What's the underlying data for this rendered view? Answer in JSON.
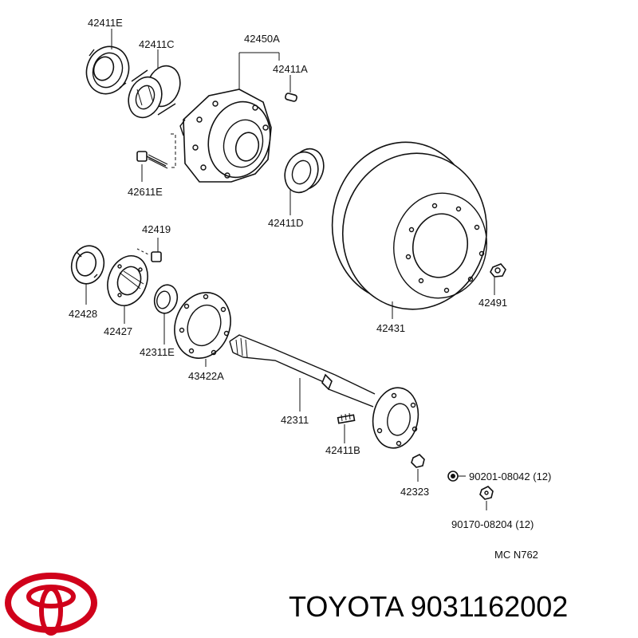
{
  "diagram": {
    "labels": {
      "p42411E": "42411E",
      "p42411C": "42411C",
      "p42450A": "42450A",
      "p42411A": "42411A",
      "p42611E": "42611E",
      "p42411D": "42411D",
      "p42419": "42419",
      "p42428": "42428",
      "p42427": "42427",
      "p42311E": "42311E",
      "p43422A": "43422A",
      "p42431": "42431",
      "p42491": "42491",
      "p42311": "42311",
      "p42411B": "42411B",
      "p42323": "42323",
      "p90201": "90201-08042 (12)",
      "p90170": "90170-08204 (12)",
      "ref": "MC N762"
    }
  },
  "brand": {
    "logo_icon": "toyota-logo-icon",
    "logo_color": "#d0021b",
    "text": "TOYOTA 9031162002"
  }
}
